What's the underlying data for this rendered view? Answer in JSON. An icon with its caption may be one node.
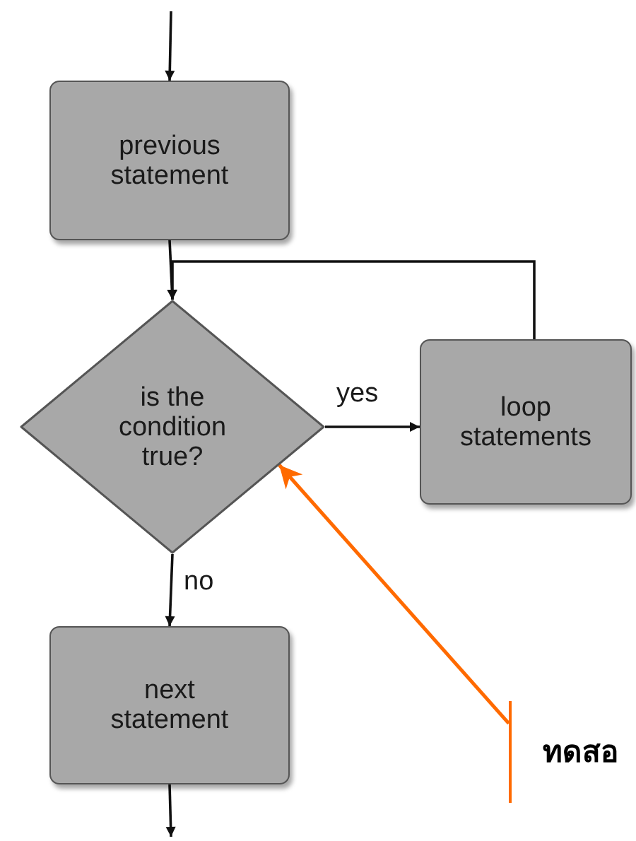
{
  "diagram": {
    "nodes": [
      {
        "text": [
          "previous statement"
        ]
      },
      {
        "text": [
          "is the condition true?"
        ]
      },
      {
        "text": [
          "loop statements"
        ]
      },
      {
        "text": [
          "next statement"
        ]
      },
      {
        "text": [
          "ทดสอ"
        ]
      }
    ],
    "edges": [
      {
        "from": null,
        "to": 0,
        "arrow": "to"
      },
      {
        "from": 0,
        "to": 1,
        "arrow": "to"
      },
      {
        "from": 1,
        "to": 2,
        "arrow": "to",
        "label": "yes"
      },
      {
        "from": 2,
        "to": 1,
        "arrow": "to"
      },
      {
        "from": 1,
        "to": 3,
        "arrow": "to",
        "label": "no"
      },
      {
        "from": 3,
        "to": null,
        "arrow": "to"
      },
      {
        "from": 4,
        "to": 1,
        "arrow": "to",
        "color": "#ff6a00"
      }
    ]
  }
}
